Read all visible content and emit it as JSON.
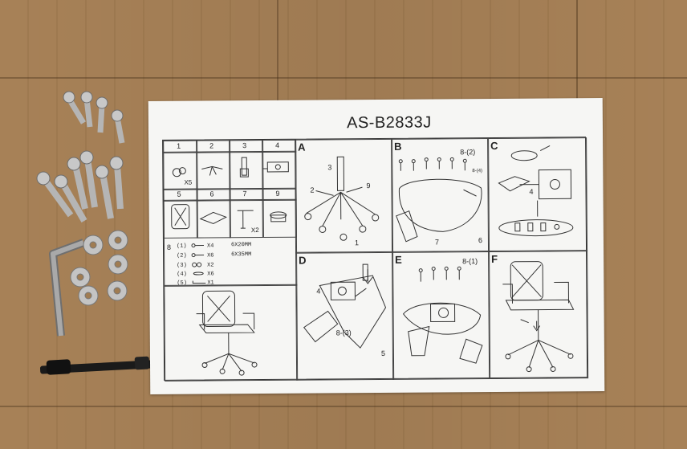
{
  "sheet": {
    "model": "AS-B2833J",
    "parts_grid": {
      "cells": [
        {
          "num": "1",
          "qty": "X5"
        },
        {
          "num": "2",
          "qty": ""
        },
        {
          "num": "3",
          "qty": ""
        },
        {
          "num": "4",
          "qty": ""
        },
        {
          "num": "5",
          "qty": ""
        },
        {
          "num": "6",
          "qty": ""
        },
        {
          "num": "7",
          "qty": "X2"
        },
        {
          "num": "9",
          "qty": ""
        }
      ],
      "hardware_label": "8",
      "hardware": [
        {
          "id": "(1)",
          "qty": "X4"
        },
        {
          "id": "(2)",
          "qty": "X6"
        },
        {
          "id": "(3)",
          "qty": "X2"
        },
        {
          "id": "(4)",
          "qty": "X6"
        },
        {
          "id": "(5)",
          "qty": "X1"
        }
      ],
      "sizes": [
        "6X20MM",
        "6X35MM"
      ]
    },
    "steps": {
      "A": {
        "label": "A",
        "callouts": [
          "3",
          "2",
          "9",
          "1"
        ]
      },
      "B": {
        "label": "B",
        "callouts": [
          "8-(2)",
          "8-(4)",
          "7",
          "6"
        ]
      },
      "C": {
        "label": "C",
        "callouts": [
          "4"
        ]
      },
      "D": {
        "label": "D",
        "callouts": [
          "4",
          "8-(3)",
          "5"
        ]
      },
      "E": {
        "label": "E",
        "callouts": [
          "8-(1)"
        ]
      },
      "F": {
        "label": "F",
        "callouts": []
      }
    }
  },
  "colors": {
    "cardboard": "#a78157",
    "paper": "#f6f6f4",
    "ink": "#222222"
  }
}
